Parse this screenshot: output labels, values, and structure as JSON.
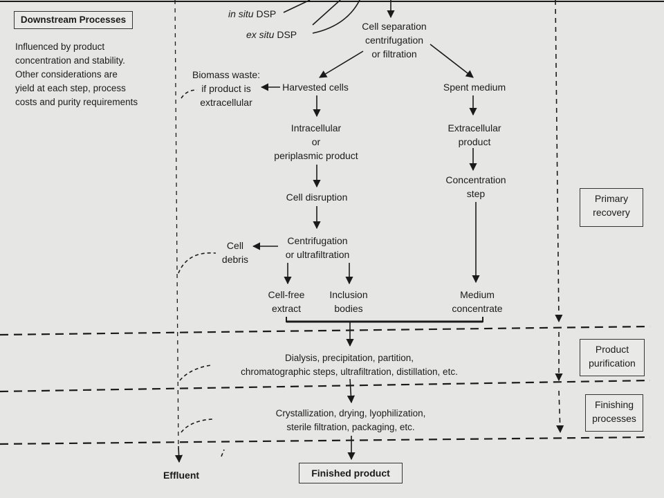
{
  "header": {
    "title": "Downstream Processes",
    "note": "Influenced by product\nconcentration and stability.\nOther considerations are\nyield at each step, process\ncosts and purity requirements"
  },
  "flow": {
    "in_situ": "in situ",
    "ex_situ": "ex situ",
    "dsp": "DSP",
    "cell_separation": "Cell separation\ncentrifugation\nor filtration",
    "biomass_waste": "Biomass waste:\nif product is\nextracellular",
    "harvested_cells": "Harvested cells",
    "spent_medium": "Spent medium",
    "intracellular_product": "Intracellular\nor\nperiplasmic product",
    "extracellular_product": "Extracellular\nproduct",
    "cell_disruption": "Cell disruption",
    "concentration_step": "Concentration\nstep",
    "cell_debris": "Cell\ndebris",
    "centrifugation": "Centrifugation\nor ultrafiltration",
    "cell_free_extract": "Cell-free\nextract",
    "inclusion_bodies": "Inclusion\nbodies",
    "medium_concentrate": "Medium\nconcentrate",
    "purification_steps": "Dialysis, precipitation, partition,\nchromatographic steps, ultrafiltration, distillation, etc.",
    "finishing_steps": "Crystallization, drying, lyophilization,\nsterile filtration, packaging, etc.",
    "effluent": "Effluent",
    "finished_product": "Finished product"
  },
  "stages": {
    "primary_recovery": "Primary\nrecovery",
    "product_purification": "Product\npurification",
    "finishing_processes": "Finishing\nprocesses"
  }
}
